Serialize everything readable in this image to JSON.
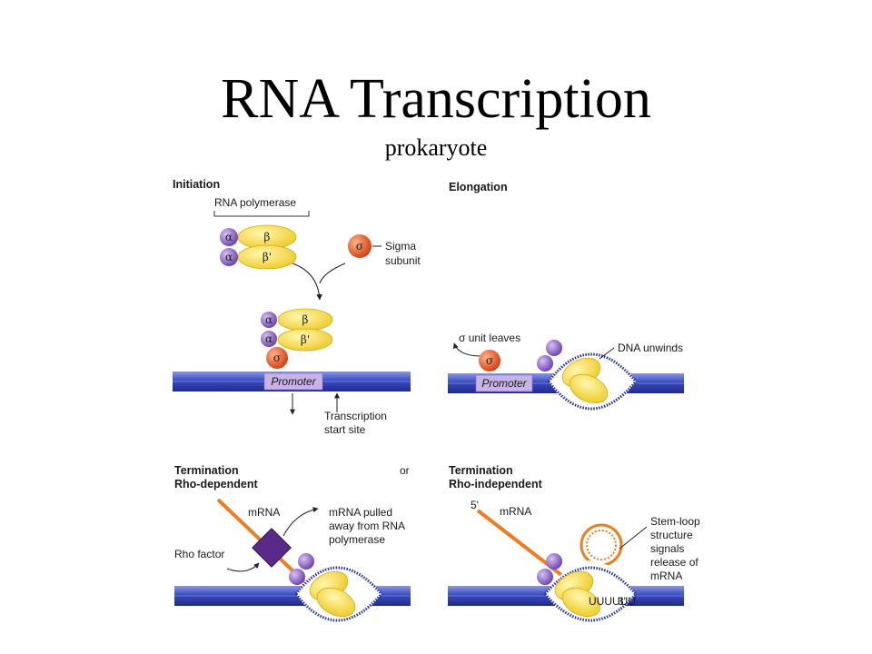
{
  "title": "RNA Transcription",
  "subtitle": "prokaryote",
  "panels": {
    "initiation": {
      "heading": "Initiation",
      "rna_polymerase_label": "RNA polymerase",
      "sigma_label_1": "Sigma",
      "sigma_label_2": "subunit",
      "promoter_label": "Promoter",
      "start_site_1": "Transcription",
      "start_site_2": "start site"
    },
    "elongation": {
      "heading": "Elongation",
      "sigma_leaves": "σ unit leaves",
      "dna_unwinds": "DNA unwinds",
      "promoter_label": "Promoter"
    },
    "rho_dependent": {
      "heading_1": "Termination",
      "heading_2": "Rho-dependent",
      "or_label": "or",
      "mrna_label": "mRNA",
      "pulled_1": "mRNA pulled",
      "pulled_2": "away from RNA",
      "pulled_3": "polymerase",
      "rho_label": "Rho factor"
    },
    "rho_independent": {
      "heading_1": "Termination",
      "heading_2": "Rho-independent",
      "five_prime": "5'",
      "three_prime": "3'",
      "mrna_label": "mRNA",
      "stem_1": "Stem-loop",
      "stem_2": "structure",
      "stem_3": "signals",
      "stem_4": "release of",
      "stem_5": "mRNA",
      "uracils": "UUUUUU"
    }
  },
  "subunits": {
    "alpha": "α",
    "beta": "β",
    "beta_prime": "β'",
    "sigma": "σ"
  },
  "colors": {
    "dna": "#3b4cc0",
    "alpha": "#8b5cc4",
    "beta": "#f5dc3a",
    "sigma": "#e8501c",
    "mrna": "#f07c1e",
    "promoter": "#c8b3e6",
    "rho": "#5a2a8a"
  }
}
